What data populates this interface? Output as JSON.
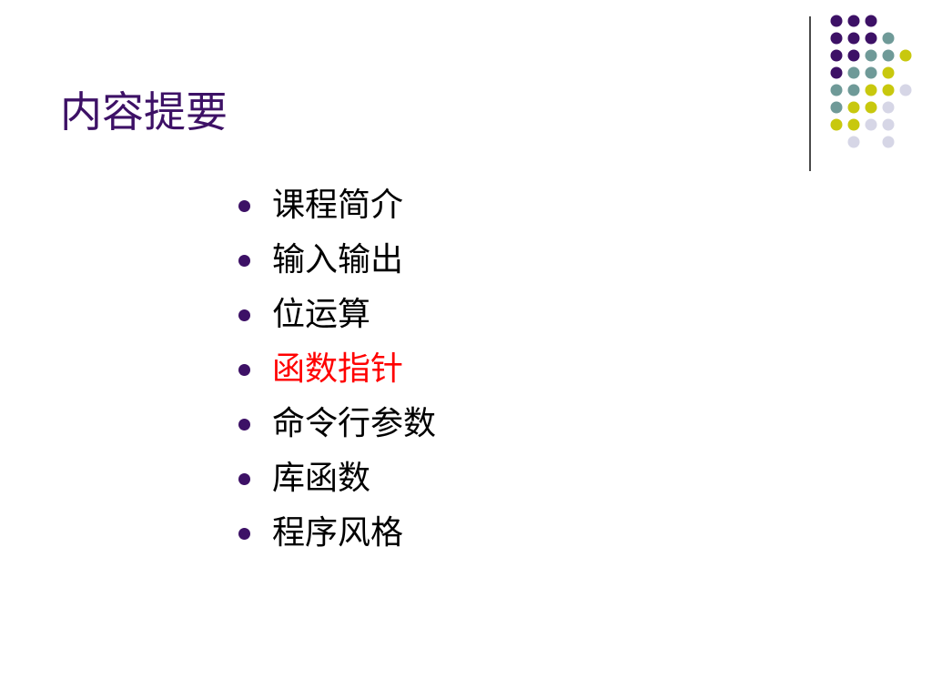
{
  "slide": {
    "title": "内容提要",
    "items": [
      {
        "text": "课程简介",
        "color": "#000000"
      },
      {
        "text": "输入输出",
        "color": "#000000"
      },
      {
        "text": "位运算",
        "color": "#000000"
      },
      {
        "text": "函数指针",
        "color": "#ff0000"
      },
      {
        "text": "命令行参数",
        "color": "#000000"
      },
      {
        "text": "库函数",
        "color": "#000000"
      },
      {
        "text": "程序风格",
        "color": "#000000"
      }
    ]
  },
  "theme": {
    "title_color": "#3d1166",
    "bullet_color": "#3d1166",
    "dot_colors": {
      "purple": "#3d1166",
      "teal": "#6f9a98",
      "yellow": "#c8c80e",
      "lavender": "#d6d6e6"
    }
  }
}
